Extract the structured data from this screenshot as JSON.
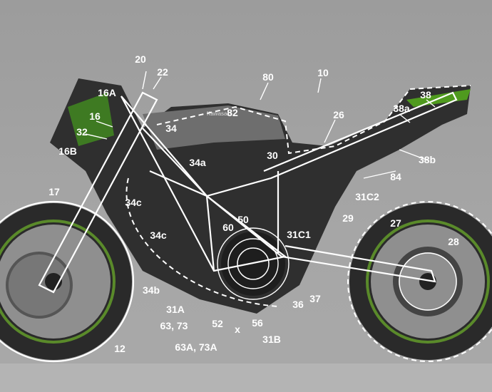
{
  "figure": {
    "brand_logo": "Kawasaki",
    "labels": [
      "20",
      "22",
      "16A",
      "80",
      "10",
      "82",
      "26",
      "38",
      "38a",
      "16",
      "32",
      "34",
      "16B",
      "30",
      "38b",
      "34a",
      "84",
      "17",
      "34c",
      "31C2",
      "50",
      "60",
      "29",
      "27",
      "31C1",
      "34c",
      "28",
      "34b",
      "36",
      "37",
      "31A",
      "63, 73",
      "52",
      "x",
      "56",
      "31B",
      "12",
      "63A, 73A"
    ]
  }
}
